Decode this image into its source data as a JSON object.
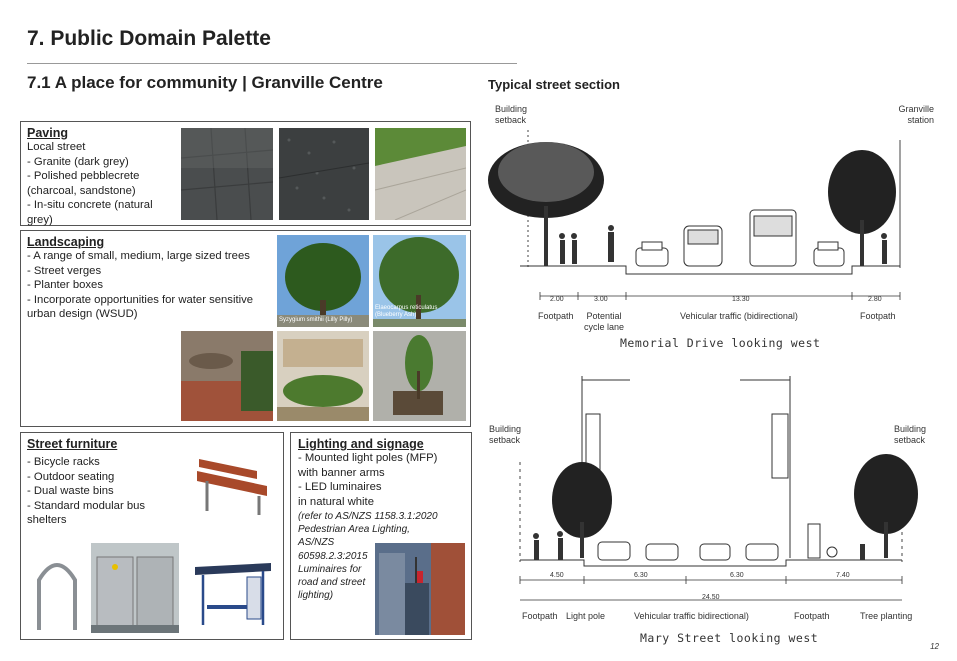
{
  "page": {
    "title": "7. Public Domain Palette",
    "subtitle": "7.1 A place for community | Granville Centre",
    "page_number": "12"
  },
  "paving": {
    "heading": "Paving",
    "lines": [
      "Local street",
      "- Granite (dark grey)",
      "- Polished pebblecrete",
      "(charcoal, sandstone)",
      "- In-situ concrete (natural",
      "grey)"
    ]
  },
  "landscaping": {
    "heading": "Landscaping",
    "lines": [
      "- A range of small, medium, large sized trees",
      "- Street verges",
      "- Planter boxes",
      "- Incorporate opportunities for water sensitive",
      "urban design (WSUD)"
    ],
    "photo_captions": [
      "Syzygium smithii (Lilly Pilly)",
      "Elaeocarpus reticulatus (Blueberry Ash)"
    ]
  },
  "furniture": {
    "heading": "Street furniture",
    "lines": [
      "- Bicycle racks",
      "- Outdoor seating",
      "- Dual waste bins",
      "- Standard modular bus",
      "shelters"
    ]
  },
  "lighting": {
    "heading": "Lighting and signage",
    "lines": [
      "- Mounted light poles (MFP)",
      "with banner arms",
      "- LED luminaires",
      "in natural white"
    ],
    "italic_lines": [
      "(refer to AS/NZS 1158.3.1:2020",
      "Pedestrian Area Lighting,",
      "AS/NZS",
      "60598.2.3:2015",
      "Luminaires for",
      "road and street",
      "lighting)"
    ]
  },
  "section": {
    "title": "Typical street section",
    "memorial": {
      "left_label": [
        "Building",
        "setback"
      ],
      "right_label": [
        "Granville",
        "station"
      ],
      "dims": [
        "2.00",
        "3.00",
        "13.30",
        "2.80"
      ],
      "zone_labels": [
        "Footpath",
        "Potential",
        "cycle lane",
        "Vehicular traffic (bidirectional)",
        "Footpath"
      ],
      "caption": "Memorial Drive looking west"
    },
    "mary": {
      "left_label": [
        "Building",
        "setback"
      ],
      "right_label": [
        "Building",
        "setback"
      ],
      "dims": [
        "4.50",
        "6.30",
        "6.30",
        "7.40"
      ],
      "total": "24.50",
      "zone_labels": [
        "Footpath",
        "Light pole",
        "Vehicular traffic bidirectional)",
        "Footpath",
        "Tree planting"
      ],
      "caption": "Mary Street looking west"
    }
  },
  "colors": {
    "border": "#555555",
    "text": "#222222"
  }
}
